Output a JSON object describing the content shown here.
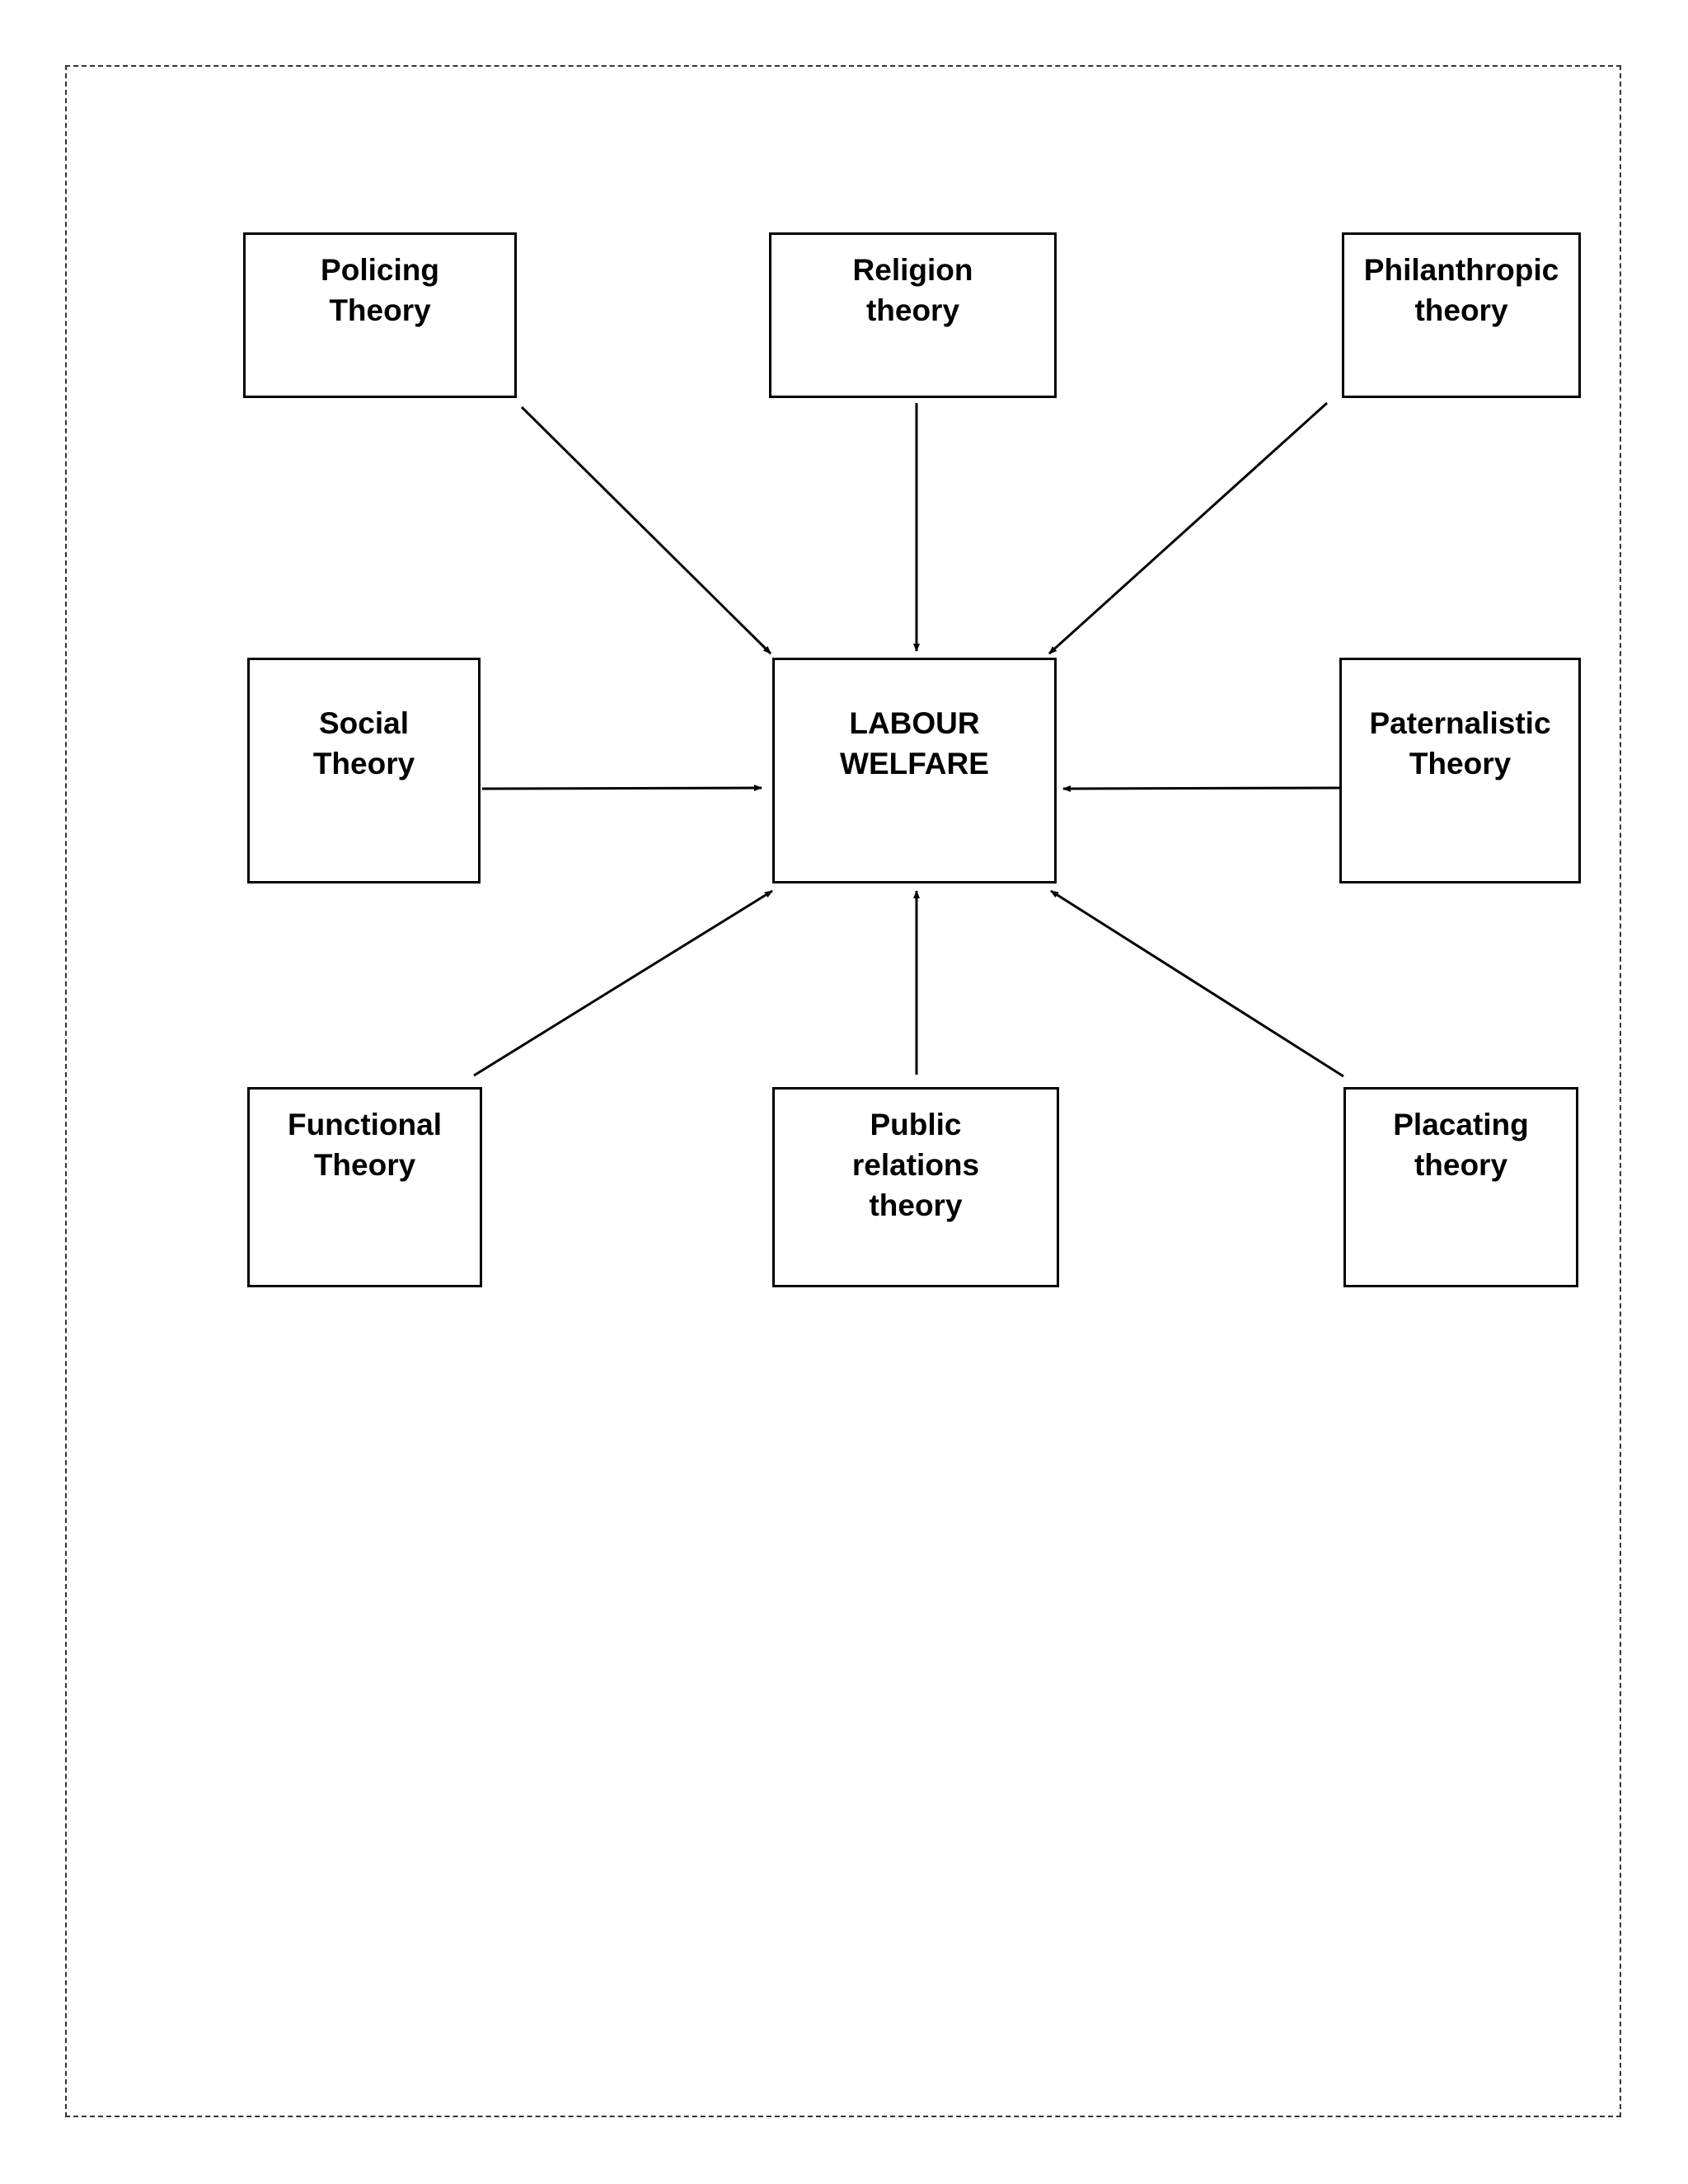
{
  "diagram": {
    "center": {
      "label_line1": "LABOUR",
      "label_line2": "WELFARE"
    },
    "nodes": {
      "policing": {
        "line1": "Policing",
        "line2": "Theory",
        "line3": ""
      },
      "religion": {
        "line1": "Religion",
        "line2": "theory",
        "line3": ""
      },
      "philanthropic": {
        "line1": "Philanthropic",
        "line2": "theory",
        "line3": ""
      },
      "social": {
        "line1": "Social",
        "line2": "Theory",
        "line3": ""
      },
      "paternalistic": {
        "line1": "Paternalistic",
        "line2": "Theory",
        "line3": ""
      },
      "functional": {
        "line1": "Functional",
        "line2": "Theory",
        "line3": ""
      },
      "public_relations": {
        "line1": "Public",
        "line2": "relations",
        "line3": "theory"
      },
      "placating": {
        "line1": "Placating",
        "line2": "theory",
        "line3": ""
      }
    },
    "colors": {
      "stroke": "#000000",
      "border": "#333333",
      "background": "#ffffff"
    }
  }
}
